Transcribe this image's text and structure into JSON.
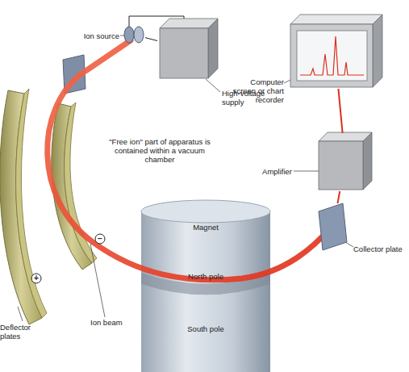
{
  "diagram": {
    "nodes": [
      {
        "text": [
          "Ion source"
        ]
      },
      {
        "text": [
          "High-voltage supply"
        ]
      },
      {
        "text": [
          "Computer screen or chart recorder"
        ]
      },
      {
        "text": [
          "Amplifier"
        ]
      },
      {
        "text": [
          "Collector plate"
        ]
      }
    ],
    "edges": [
      {
        "from": 0,
        "to": 1,
        "arrow": "none"
      },
      {
        "from": 2,
        "to": 3,
        "arrow": "none"
      },
      {
        "from": 3,
        "to": 4,
        "arrow": "none"
      }
    ],
    "labels": [
      "\"Free ion\" part of apparatus is contained within a vacuum chamber",
      "Deflector plates",
      "Ion beam",
      "Magnet",
      "North pole",
      "South pole",
      "+",
      "−"
    ]
  }
}
